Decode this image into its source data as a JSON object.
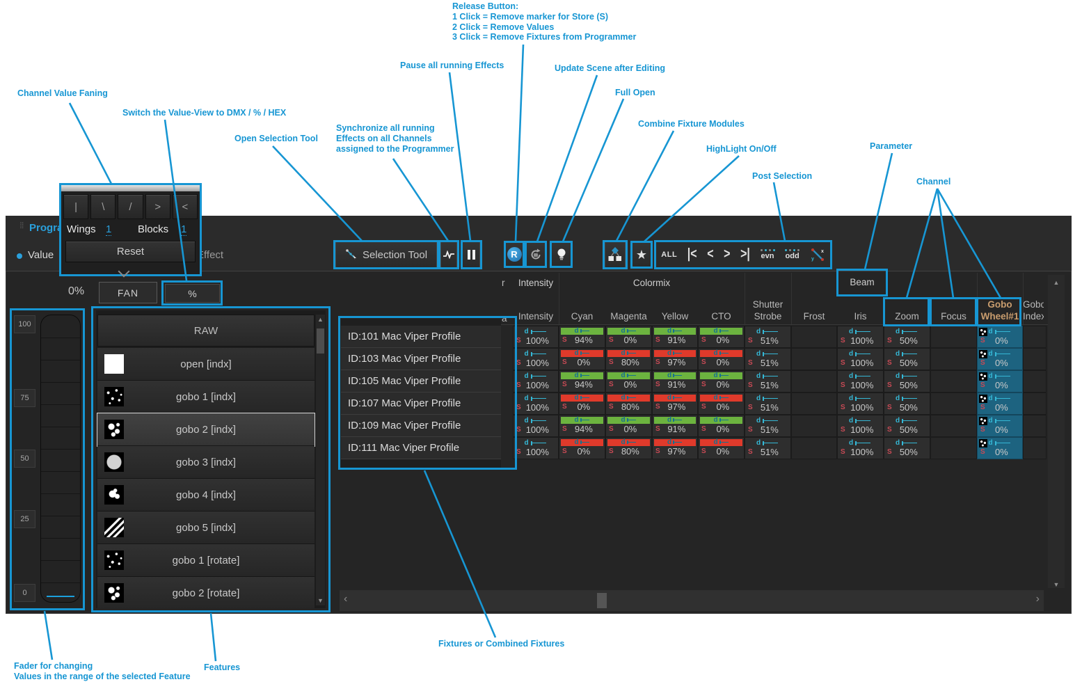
{
  "colors": {
    "annotation": "#1796d3",
    "bar_green": "#6cb33f",
    "bar_red": "#e03a2b",
    "marker_d_color": "#35b8d6",
    "marker_s_color": "#c84a55",
    "gobo_column_bg": "#1d6380",
    "accent_blue": "#2aa0dc"
  },
  "annotations": [
    {
      "id": "release",
      "lines": [
        "Release Button:",
        "1 Click = Remove marker for Store (S)",
        "2 Click = Remove Values",
        "3 Click = Remove Fixtures from Programmer"
      ]
    },
    {
      "id": "pause",
      "lines": [
        "Pause all running Effects"
      ]
    },
    {
      "id": "update_scene",
      "lines": [
        "Update Scene after Editing"
      ]
    },
    {
      "id": "full_open",
      "lines": [
        "Full Open"
      ]
    },
    {
      "id": "channel_value_faning",
      "lines": [
        "Channel Value Faning"
      ]
    },
    {
      "id": "switch_value_view",
      "lines": [
        "Switch the Value-View to DMX / % / HEX"
      ]
    },
    {
      "id": "open_selection_tool",
      "lines": [
        "Open Selection Tool"
      ]
    },
    {
      "id": "synchronize",
      "lines": [
        "Synchronize all running",
        "Effects on all Channels",
        "assigned to the Programmer"
      ]
    },
    {
      "id": "combine_fixture_modules",
      "lines": [
        "Combine Fixture Modules"
      ]
    },
    {
      "id": "highlight",
      "lines": [
        "HighLight On/Off"
      ]
    },
    {
      "id": "post_selection",
      "lines": [
        "Post Selection"
      ]
    },
    {
      "id": "parameter",
      "lines": [
        "Parameter"
      ]
    },
    {
      "id": "channel",
      "lines": [
        "Channel"
      ]
    },
    {
      "id": "fixtures",
      "lines": [
        "Fixtures or Combined Fixtures"
      ]
    },
    {
      "id": "features",
      "lines": [
        "Features"
      ]
    },
    {
      "id": "fader",
      "lines": [
        "Fader for changing",
        "Values in the range of the selected Feature"
      ]
    }
  ],
  "window": {
    "title": "Programmer",
    "tabs": {
      "value": "Value",
      "effect": "Effect"
    },
    "fan_popup": {
      "fan_buttons": [
        "|",
        "\\",
        "/",
        ">",
        "<"
      ],
      "wings_label": "Wings",
      "wings_value": "1",
      "blocks_label": "Blocks",
      "blocks_value": "1",
      "reset_label": "Reset"
    },
    "fan_bar": {
      "value": "0%",
      "fan_label": "FAN",
      "view_label": "%"
    },
    "toolbar": {
      "selection_tool_label": "Selection Tool",
      "release_label": "R",
      "nav": {
        "all": "ALL",
        "first": "|<",
        "prev": "<",
        "next": ">",
        "last": ">|",
        "even": "evn",
        "odd": "odd",
        "xy_x": "x",
        "xy_y": "y"
      }
    }
  },
  "fader": {
    "scale": [
      "100",
      "75",
      "50",
      "25",
      "0"
    ]
  },
  "features": {
    "header": "RAW",
    "items": [
      {
        "label": "open [indx]",
        "thumb": "open",
        "selected": false
      },
      {
        "label": "gobo 1 [indx]",
        "thumb": "speckle",
        "selected": false
      },
      {
        "label": "gobo 2 [indx]",
        "thumb": "splotch",
        "selected": true
      },
      {
        "label": "gobo 3 [indx]",
        "thumb": "honeycomb",
        "selected": false
      },
      {
        "label": "gobo 4 [indx]",
        "thumb": "cluster",
        "selected": false
      },
      {
        "label": "gobo 5 [indx]",
        "thumb": "waves",
        "selected": false
      },
      {
        "label": "gobo 1 [rotate]",
        "thumb": "speckle",
        "selected": false
      },
      {
        "label": "gobo 2 [rotate]",
        "thumb": "splotch",
        "selected": false
      }
    ]
  },
  "fixtures": {
    "items": [
      "ID:101 Mac Viper Profile",
      "ID:103 Mac Viper Profile",
      "ID:105 Mac Viper Profile",
      "ID:107 Mac Viper Profile",
      "ID:109 Mac Viper Profile",
      "ID:111 Mac Viper Profile"
    ]
  },
  "table": {
    "markers": {
      "default": "d",
      "store": "S"
    },
    "group_headers": {
      "intensity": "Intensity",
      "colormix": "Colormix",
      "beam": "Beam"
    },
    "clipped_left": {
      "group": "r",
      "column": "a"
    },
    "columns": [
      "Intensity",
      "Cyan",
      "Magenta",
      "Yellow",
      "CTO",
      "Shutter Strobe",
      "Frost",
      "Iris",
      "Zoom",
      "Focus",
      "Gobo Wheel#1",
      "Gobo Index"
    ],
    "rows": [
      {
        "cells": [
          {
            "kind": "fader",
            "value": "100%"
          },
          {
            "kind": "bar",
            "bar": "green",
            "value": "94%"
          },
          {
            "kind": "bar",
            "bar": "green",
            "value": "0%"
          },
          {
            "kind": "bar",
            "bar": "green",
            "value": "91%"
          },
          {
            "kind": "bar",
            "bar": "green",
            "value": "0%"
          },
          {
            "kind": "fader",
            "value": "51%"
          },
          {
            "kind": "empty"
          },
          {
            "kind": "fader",
            "value": "100%"
          },
          {
            "kind": "fader",
            "value": "50%"
          },
          {
            "kind": "empty"
          },
          {
            "kind": "gobo",
            "value": "0%"
          },
          {
            "kind": "empty"
          }
        ]
      },
      {
        "cells": [
          {
            "kind": "fader",
            "value": "100%"
          },
          {
            "kind": "bar",
            "bar": "red",
            "value": "0%"
          },
          {
            "kind": "bar",
            "bar": "red",
            "value": "80%"
          },
          {
            "kind": "bar",
            "bar": "red",
            "value": "97%"
          },
          {
            "kind": "bar",
            "bar": "red",
            "value": "0%"
          },
          {
            "kind": "fader",
            "value": "51%"
          },
          {
            "kind": "empty"
          },
          {
            "kind": "fader",
            "value": "100%"
          },
          {
            "kind": "fader",
            "value": "50%"
          },
          {
            "kind": "empty"
          },
          {
            "kind": "gobo",
            "value": "0%"
          },
          {
            "kind": "empty"
          }
        ]
      },
      {
        "cells": [
          {
            "kind": "fader",
            "value": "100%"
          },
          {
            "kind": "bar",
            "bar": "green",
            "value": "94%"
          },
          {
            "kind": "bar",
            "bar": "green",
            "value": "0%"
          },
          {
            "kind": "bar",
            "bar": "green",
            "value": "91%"
          },
          {
            "kind": "bar",
            "bar": "green",
            "value": "0%"
          },
          {
            "kind": "fader",
            "value": "51%"
          },
          {
            "kind": "empty"
          },
          {
            "kind": "fader",
            "value": "100%"
          },
          {
            "kind": "fader",
            "value": "50%"
          },
          {
            "kind": "empty"
          },
          {
            "kind": "gobo",
            "value": "0%"
          },
          {
            "kind": "empty"
          }
        ]
      },
      {
        "cells": [
          {
            "kind": "fader",
            "value": "100%"
          },
          {
            "kind": "bar",
            "bar": "red",
            "value": "0%"
          },
          {
            "kind": "bar",
            "bar": "red",
            "value": "80%"
          },
          {
            "kind": "bar",
            "bar": "red",
            "value": "97%"
          },
          {
            "kind": "bar",
            "bar": "red",
            "value": "0%"
          },
          {
            "kind": "fader",
            "value": "51%"
          },
          {
            "kind": "empty"
          },
          {
            "kind": "fader",
            "value": "100%"
          },
          {
            "kind": "fader",
            "value": "50%"
          },
          {
            "kind": "empty"
          },
          {
            "kind": "gobo",
            "value": "0%"
          },
          {
            "kind": "empty"
          }
        ]
      },
      {
        "cells": [
          {
            "kind": "fader",
            "value": "100%"
          },
          {
            "kind": "bar",
            "bar": "green",
            "value": "94%"
          },
          {
            "kind": "bar",
            "bar": "green",
            "value": "0%"
          },
          {
            "kind": "bar",
            "bar": "green",
            "value": "91%"
          },
          {
            "kind": "bar",
            "bar": "green",
            "value": "0%"
          },
          {
            "kind": "fader",
            "value": "51%"
          },
          {
            "kind": "empty"
          },
          {
            "kind": "fader",
            "value": "100%"
          },
          {
            "kind": "fader",
            "value": "50%"
          },
          {
            "kind": "empty"
          },
          {
            "kind": "gobo",
            "value": "0%"
          },
          {
            "kind": "empty"
          }
        ]
      },
      {
        "cells": [
          {
            "kind": "fader",
            "value": "100%"
          },
          {
            "kind": "bar",
            "bar": "red",
            "value": "0%"
          },
          {
            "kind": "bar",
            "bar": "red",
            "value": "80%"
          },
          {
            "kind": "bar",
            "bar": "red",
            "value": "97%"
          },
          {
            "kind": "bar",
            "bar": "red",
            "value": "0%"
          },
          {
            "kind": "fader",
            "value": "51%"
          },
          {
            "kind": "empty"
          },
          {
            "kind": "fader",
            "value": "100%"
          },
          {
            "kind": "fader",
            "value": "50%"
          },
          {
            "kind": "empty"
          },
          {
            "kind": "gobo",
            "value": "0%"
          },
          {
            "kind": "empty"
          }
        ]
      }
    ]
  }
}
